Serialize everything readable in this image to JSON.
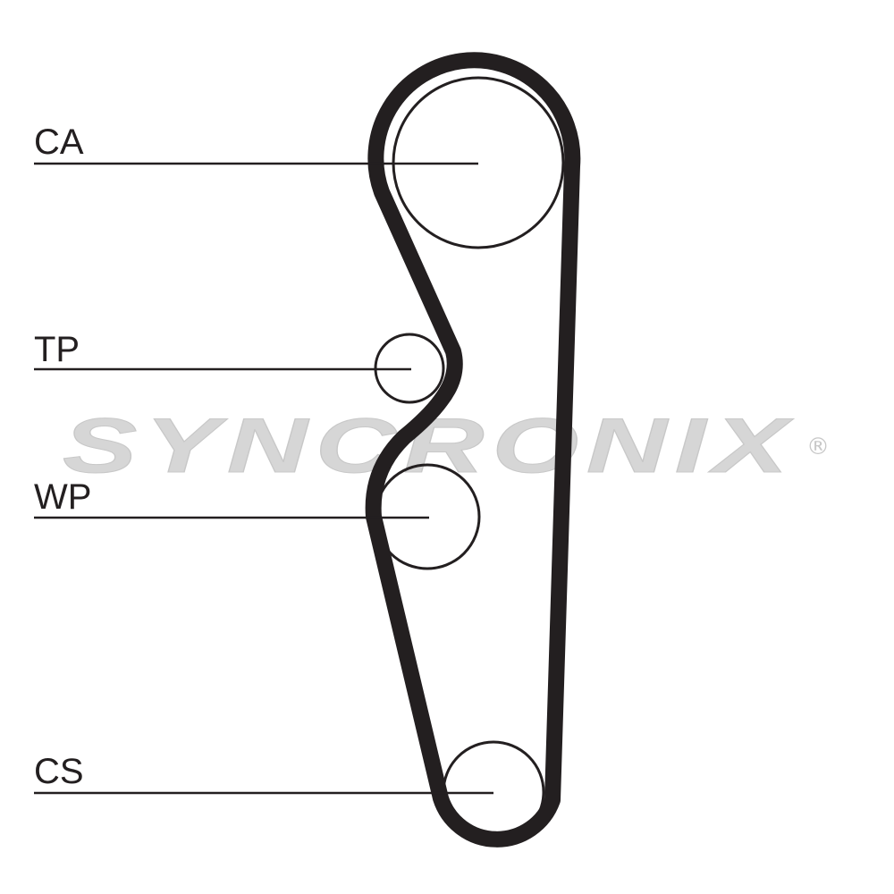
{
  "watermark": {
    "brand": "SYNCRONIX",
    "registered_mark": "®"
  },
  "pulleys": [
    {
      "id": "ca",
      "label": "CA"
    },
    {
      "id": "tp",
      "label": "TP"
    },
    {
      "id": "wp",
      "label": "WP"
    },
    {
      "id": "cs",
      "label": "CS"
    }
  ],
  "colors": {
    "ink": "#231f20",
    "watermark": "#d6d6d6",
    "background": "#ffffff"
  }
}
